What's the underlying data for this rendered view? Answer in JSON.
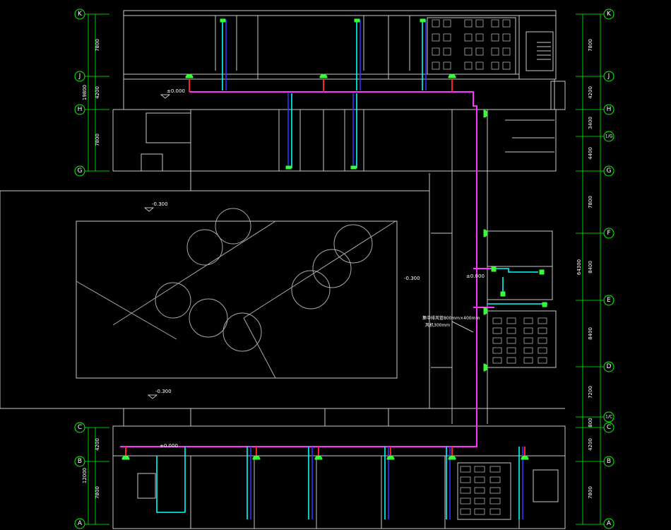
{
  "colors": {
    "background": "#000000",
    "wall": "#c8c8c8",
    "axis": "#00ff00",
    "main_duct": "#ff33ff",
    "branch_cyan": "#00ffff",
    "branch_blue": "#3333ff",
    "fitting_red": "#ff2020",
    "equipment_green": "#33ff33"
  },
  "axes_left": [
    {
      "label": "K"
    },
    {
      "label": "J"
    },
    {
      "label": "H"
    },
    {
      "label": "G"
    },
    {
      "label": "C"
    },
    {
      "label": "B"
    },
    {
      "label": "A"
    }
  ],
  "axes_right": [
    {
      "label": "K"
    },
    {
      "label": "J"
    },
    {
      "label": "H"
    },
    {
      "label": "1/G"
    },
    {
      "label": "G"
    },
    {
      "label": "F"
    },
    {
      "label": "E"
    },
    {
      "label": "D"
    },
    {
      "label": "1/C"
    },
    {
      "label": "C"
    },
    {
      "label": "B"
    },
    {
      "label": "A"
    }
  ],
  "dims_left": [
    "7800",
    "4200",
    "7800",
    "4200",
    "7800"
  ],
  "dims_left_total": [
    "19800",
    "12000"
  ],
  "dims_right": [
    "7800",
    "4200",
    "3400",
    "4400",
    "7800",
    "8400",
    "8400",
    "7200",
    "800",
    "4200",
    "7800"
  ],
  "dims_right_total": "64300",
  "levels": [
    "±0.000",
    "-0.300",
    "-0.300",
    "-0.300",
    "±0.000",
    "±0.000"
  ],
  "annotation": {
    "line1": "集中排风管800mm×400mm",
    "line2": "风机300mm"
  }
}
